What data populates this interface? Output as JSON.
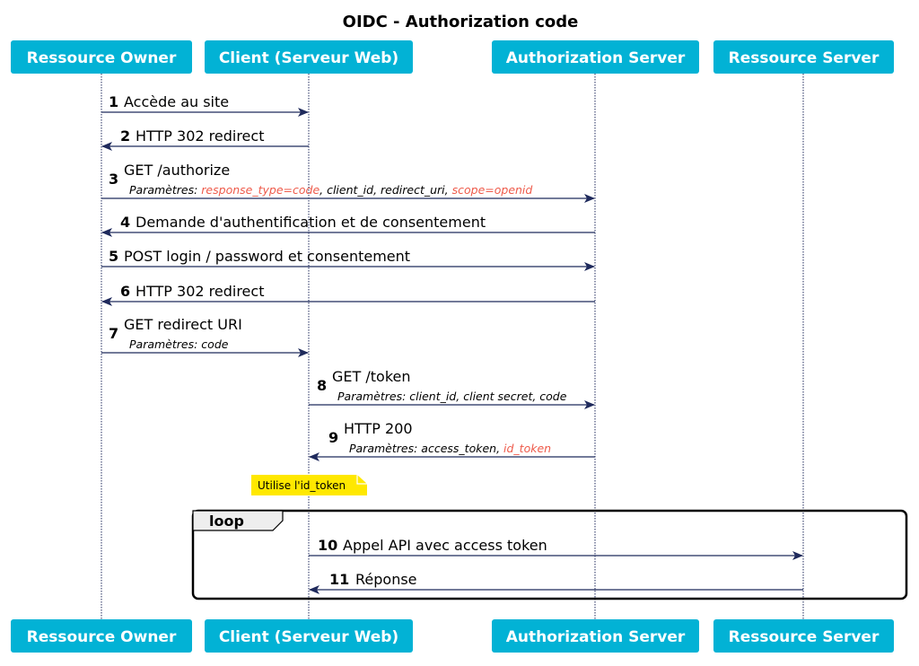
{
  "title": "OIDC - Authorization code",
  "colors": {
    "participant_fill": "#02b2d5",
    "participant_text": "#ffffff",
    "arrow": "#1f2a5c",
    "highlight_param": "#ee5a4a",
    "note_fill": "#ffe800"
  },
  "participants": [
    {
      "id": "owner",
      "label": "Ressource Owner"
    },
    {
      "id": "client",
      "label": "Client (Serveur Web)"
    },
    {
      "id": "auth",
      "label": "Authorization Server"
    },
    {
      "id": "resource",
      "label": "Ressource Server"
    }
  ],
  "messages": [
    {
      "num": "1",
      "label": "Accède au site"
    },
    {
      "num": "2",
      "label": "HTTP 302 redirect"
    },
    {
      "num": "3",
      "label": "GET /authorize",
      "params_prefix": "Paramètres: ",
      "params": [
        {
          "text": "response_type=code",
          "highlight": true
        },
        {
          "text": ", client_id, redirect_uri, ",
          "highlight": false
        },
        {
          "text": "scope=openid",
          "highlight": true
        }
      ]
    },
    {
      "num": "4",
      "label": "Demande d'authentification et de consentement"
    },
    {
      "num": "5",
      "label": "POST login / password et consentement"
    },
    {
      "num": "6",
      "label": "HTTP 302 redirect"
    },
    {
      "num": "7",
      "label": "GET redirect URI",
      "params_prefix": "Paramètres: ",
      "params": [
        {
          "text": "code",
          "highlight": false
        }
      ]
    },
    {
      "num": "8",
      "label": "GET /token",
      "params_prefix": "Paramètres: ",
      "params": [
        {
          "text": "client_id, client secret, code",
          "highlight": false
        }
      ]
    },
    {
      "num": "9",
      "label": "HTTP 200",
      "params_prefix": "Paramètres: ",
      "params": [
        {
          "text": "access_token, ",
          "highlight": false
        },
        {
          "text": "id_token",
          "highlight": true
        }
      ]
    },
    {
      "num": "10",
      "label": "Appel API avec access token"
    },
    {
      "num": "11",
      "label": "Réponse"
    }
  ],
  "note": {
    "text": "Utilise l'id_token"
  },
  "loop": {
    "label": "loop"
  }
}
